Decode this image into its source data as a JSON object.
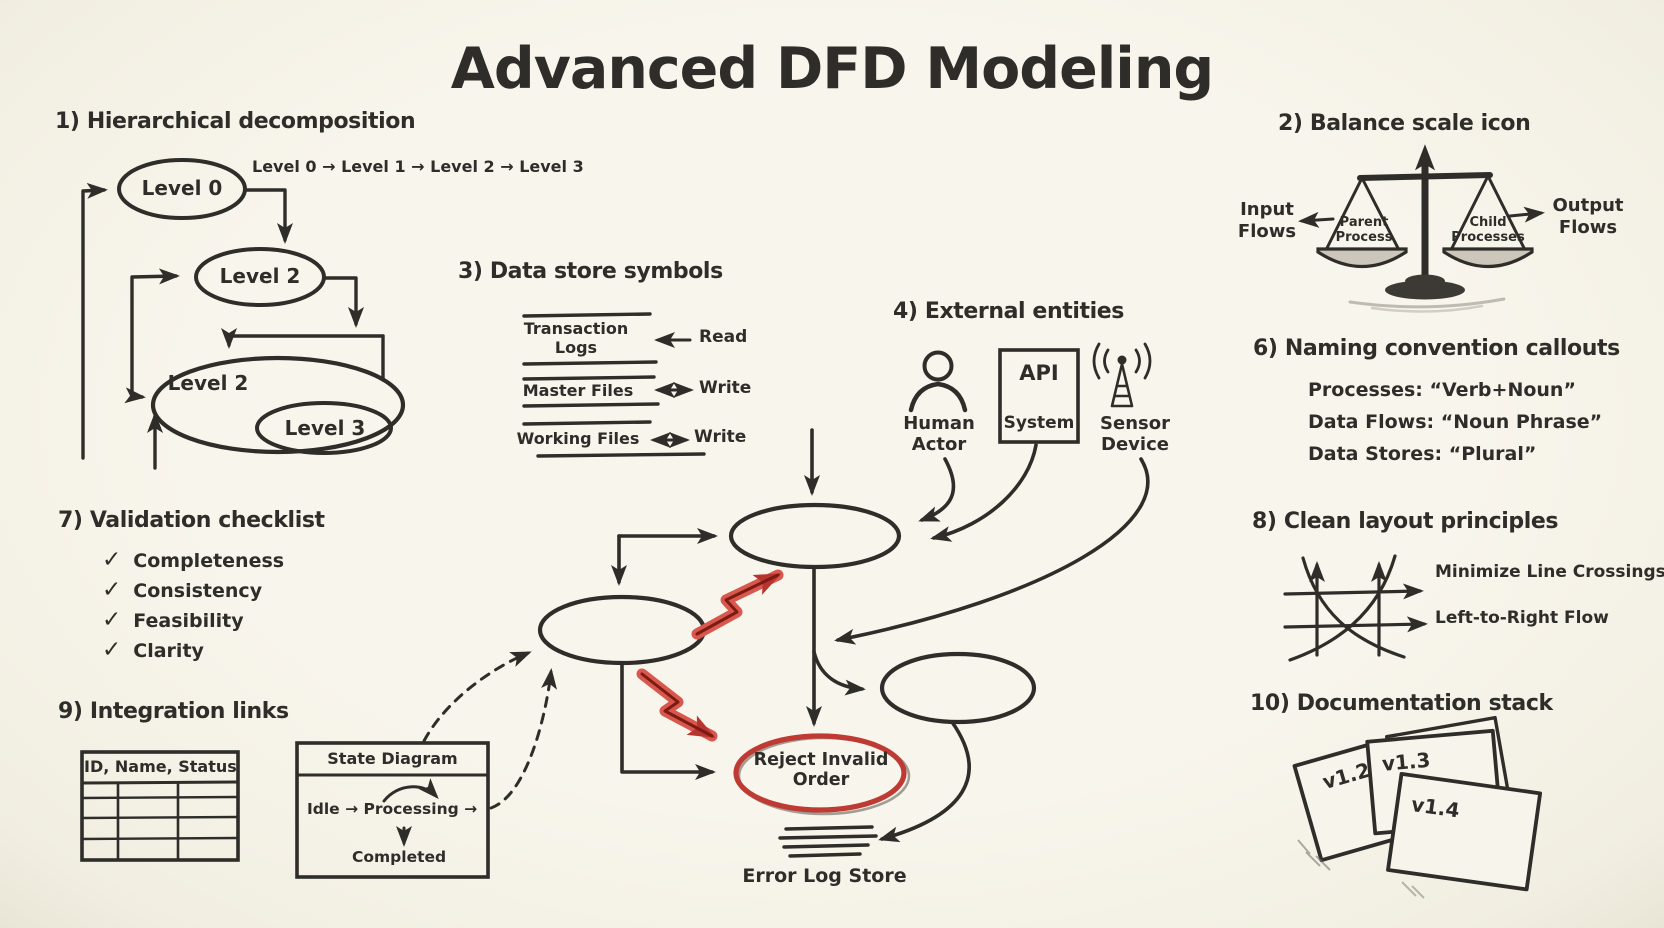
{
  "title": "Advanced DFD Modeling",
  "colors": {
    "background": "#f8f5ec",
    "ink": "#2e2d29",
    "accent_red": "#bf3a33",
    "accent_red_fill": "#d9584e"
  },
  "icons": {
    "check": "✓",
    "arrow_right": "→",
    "arrow_left": "←",
    "arrow_both": "↔"
  },
  "sections": {
    "s1": {
      "heading": "1) Hierarchical decomposition",
      "path_note": "Level 0 → Level 1 → Level 2 → Level 3",
      "node_level0": "Level 0",
      "node_level2a": "Level 2",
      "node_level2b": "Level 2",
      "node_level3": "Level 3"
    },
    "s2": {
      "heading": "2) Balance scale icon",
      "input_label": "Input Flows",
      "output_label": "Output Flows",
      "left_pan": "Parent Process",
      "right_pan": "Child Processes"
    },
    "s3": {
      "heading": "3) Data store symbols",
      "stores": [
        {
          "name": "Transaction Logs",
          "arrow": "←",
          "access": "Read"
        },
        {
          "name": "Master Files",
          "arrow": "↔",
          "access": "Write"
        },
        {
          "name": "Working Files",
          "arrow": "↔",
          "access": "Write"
        }
      ]
    },
    "s4": {
      "heading": "4) External entities",
      "human": "Human Actor",
      "api_top": "API",
      "api_bottom": "System",
      "sensor": "Sensor Device"
    },
    "s6": {
      "heading": "6) Naming convention callouts",
      "rules": [
        "Processes: “Verb+Noun”",
        "Data Flows: “Noun Phrase”",
        "Data Stores: “Plural”"
      ]
    },
    "s7": {
      "heading": "7) Validation checklist",
      "check": "✓",
      "items": [
        "Completeness",
        "Consistency",
        "Feasibility",
        "Clarity"
      ]
    },
    "s8": {
      "heading": "8) Clean layout principles",
      "notes": [
        "Minimize Line Crossings",
        "Left-to-Right Flow"
      ]
    },
    "s9": {
      "heading": "9) Integration links",
      "table_header": "ID, Name, Status",
      "state_title": "State Diagram",
      "state_flow": "Idle → Processing →",
      "state_final": "Completed"
    },
    "s10": {
      "heading": "10) Documentation stack",
      "versions": [
        "v1.2",
        "v1.3",
        "v1.4"
      ]
    }
  },
  "dfd": {
    "reject": "Reject Invalid Order",
    "error_store": "Error Log Store"
  }
}
